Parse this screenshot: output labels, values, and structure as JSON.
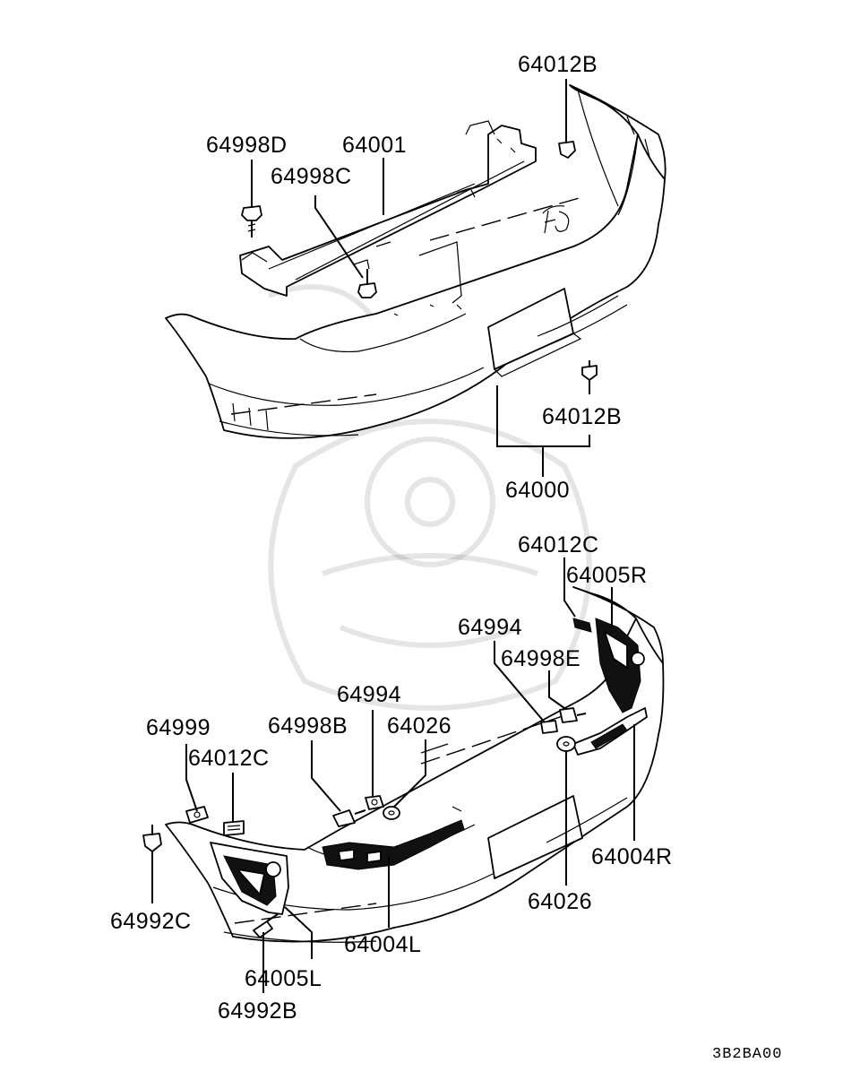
{
  "diagram": {
    "labels": {
      "l_64012B_top": "64012B",
      "l_64998D": "64998D",
      "l_64001": "64001",
      "l_64998C": "64998C",
      "l_64012B_mid": "64012B",
      "l_64000": "64000",
      "l_64012C_right": "64012C",
      "l_64005R": "64005R",
      "l_64994_right": "64994",
      "l_64998E": "64998E",
      "l_64994_left": "64994",
      "l_64999": "64999",
      "l_64998B": "64998B",
      "l_64026_left": "64026",
      "l_64012C_left": "64012C",
      "l_64004R": "64004R",
      "l_64992C": "64992C",
      "l_64026_right": "64026",
      "l_64004L": "64004L",
      "l_64005L": "64005L",
      "l_64992B": "64992B"
    },
    "figure_code": "3B2BA00"
  }
}
